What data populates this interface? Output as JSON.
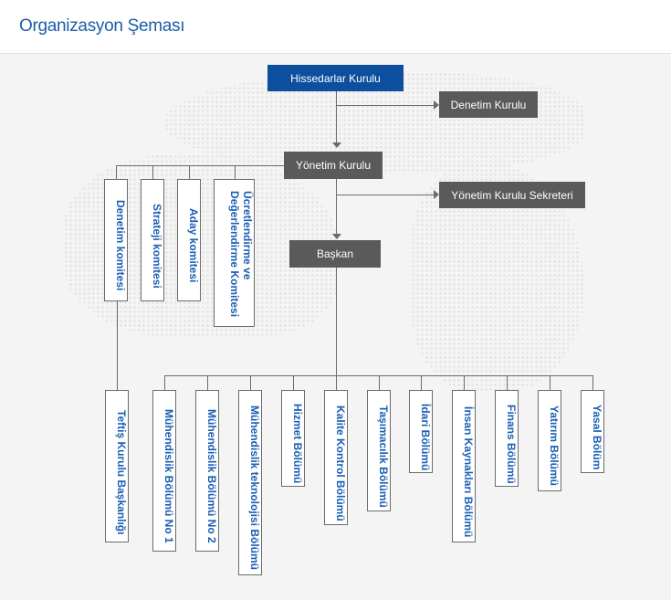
{
  "title": "Organizasyon Şeması",
  "top": {
    "shareholders": "Hissedarlar Kurulu",
    "audit_board": "Denetim Kurulu",
    "board": "Yönetim Kurulu",
    "board_secretary": "Yönetim Kurulu Sekreteri",
    "president": "Başkan"
  },
  "committees": [
    "Denetim komitesi",
    "Strateji komitesi",
    "Aday komitesi",
    "Ücretlendirme ve Değerlendirme Komitesi"
  ],
  "inspection": "Teftiş Kurulu Başkanlığı",
  "departments": [
    "Mühendislik Bölümü No 1",
    "Mühendislik Bölümü No 2",
    "Mühendislik teknolojisi Bölümü",
    "Hizmet Bölümü",
    "Kalite Kontrol Bölümü",
    "Taşımacılık Bölümü",
    "İdari Bölümü",
    "İnsan Kaynakları Bölümü",
    "Finans Bölümü",
    "Yatırım Bölümü",
    "Yasal Bölüm"
  ],
  "colors": {
    "primary": "#0c4f9e",
    "node": "#5a5a5a",
    "text": "#1a5fb4"
  }
}
